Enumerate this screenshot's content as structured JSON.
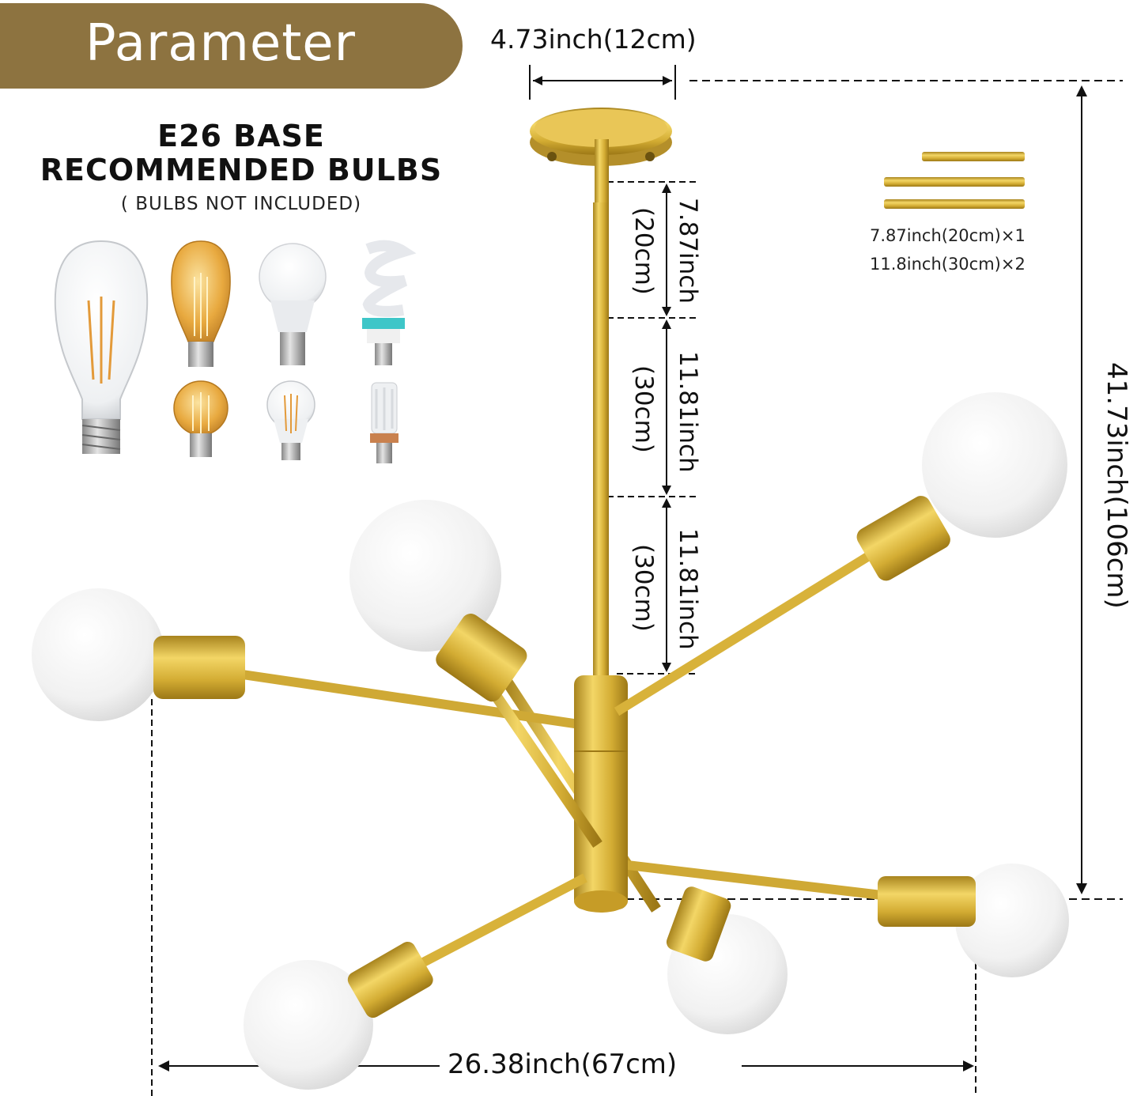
{
  "header": {
    "title": "Parameter"
  },
  "bulbs": {
    "base_label": "E26 BASE",
    "recommended_label": "RECOMMENDED BULBS",
    "note": "( BULBS NOT INCLUDED)"
  },
  "dimensions": {
    "canopy_width": "4.73inch(12cm)",
    "rod1_inch": "7.87inch",
    "rod1_cm": "(20cm)",
    "rod2_inch": "11.81inch",
    "rod2_cm": "(30cm)",
    "rod3_inch": "11.81inch",
    "rod3_cm": "(30cm)",
    "total_height": "41.73inch(106cm)",
    "total_width": "26.38inch(67cm)"
  },
  "rods_legend": {
    "line1": "7.87inch(20cm)×1",
    "line2": "11.8inch(30cm)×2"
  },
  "colors": {
    "brand": "#8d7340",
    "brass": "#d8b23a",
    "globe": "#f2f2f2"
  }
}
